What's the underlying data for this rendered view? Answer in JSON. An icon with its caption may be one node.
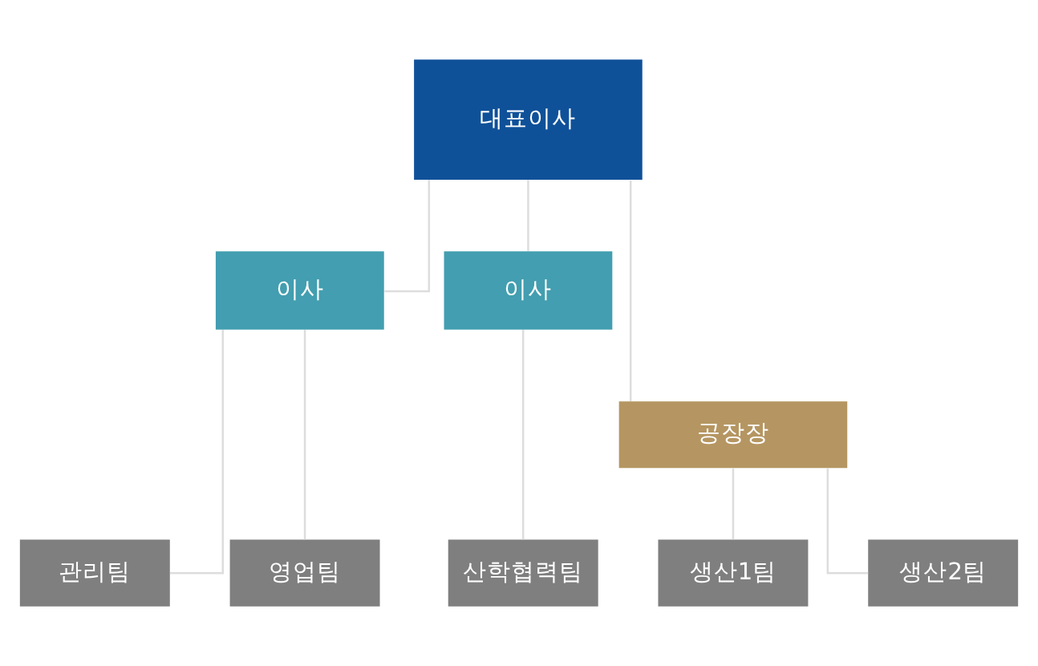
{
  "diagram": {
    "nodes": [
      {
        "text": [
          "대표이사"
        ]
      },
      {
        "text": [
          "이사"
        ]
      },
      {
        "text": [
          "이사"
        ]
      },
      {
        "text": [
          "공장장"
        ]
      },
      {
        "text": [
          "관리팀"
        ]
      },
      {
        "text": [
          "영업팀"
        ]
      },
      {
        "text": [
          "생산1팀"
        ]
      },
      {
        "text": [
          "생산2팀"
        ]
      },
      {
        "text": [
          "산학협력팀"
        ]
      }
    ],
    "edges": [
      {
        "from": 0,
        "to": 1,
        "arrow": "none"
      },
      {
        "from": 0,
        "to": 2,
        "arrow": "none"
      },
      {
        "from": 0,
        "to": 3,
        "arrow": "none"
      },
      {
        "from": 1,
        "to": 4,
        "arrow": "none"
      },
      {
        "from": 1,
        "to": 5,
        "arrow": "none"
      },
      {
        "from": 3,
        "to": 6,
        "arrow": "none"
      },
      {
        "from": 3,
        "to": 7,
        "arrow": "none"
      },
      {
        "from": 2,
        "to": 8,
        "arrow": "none"
      }
    ]
  }
}
